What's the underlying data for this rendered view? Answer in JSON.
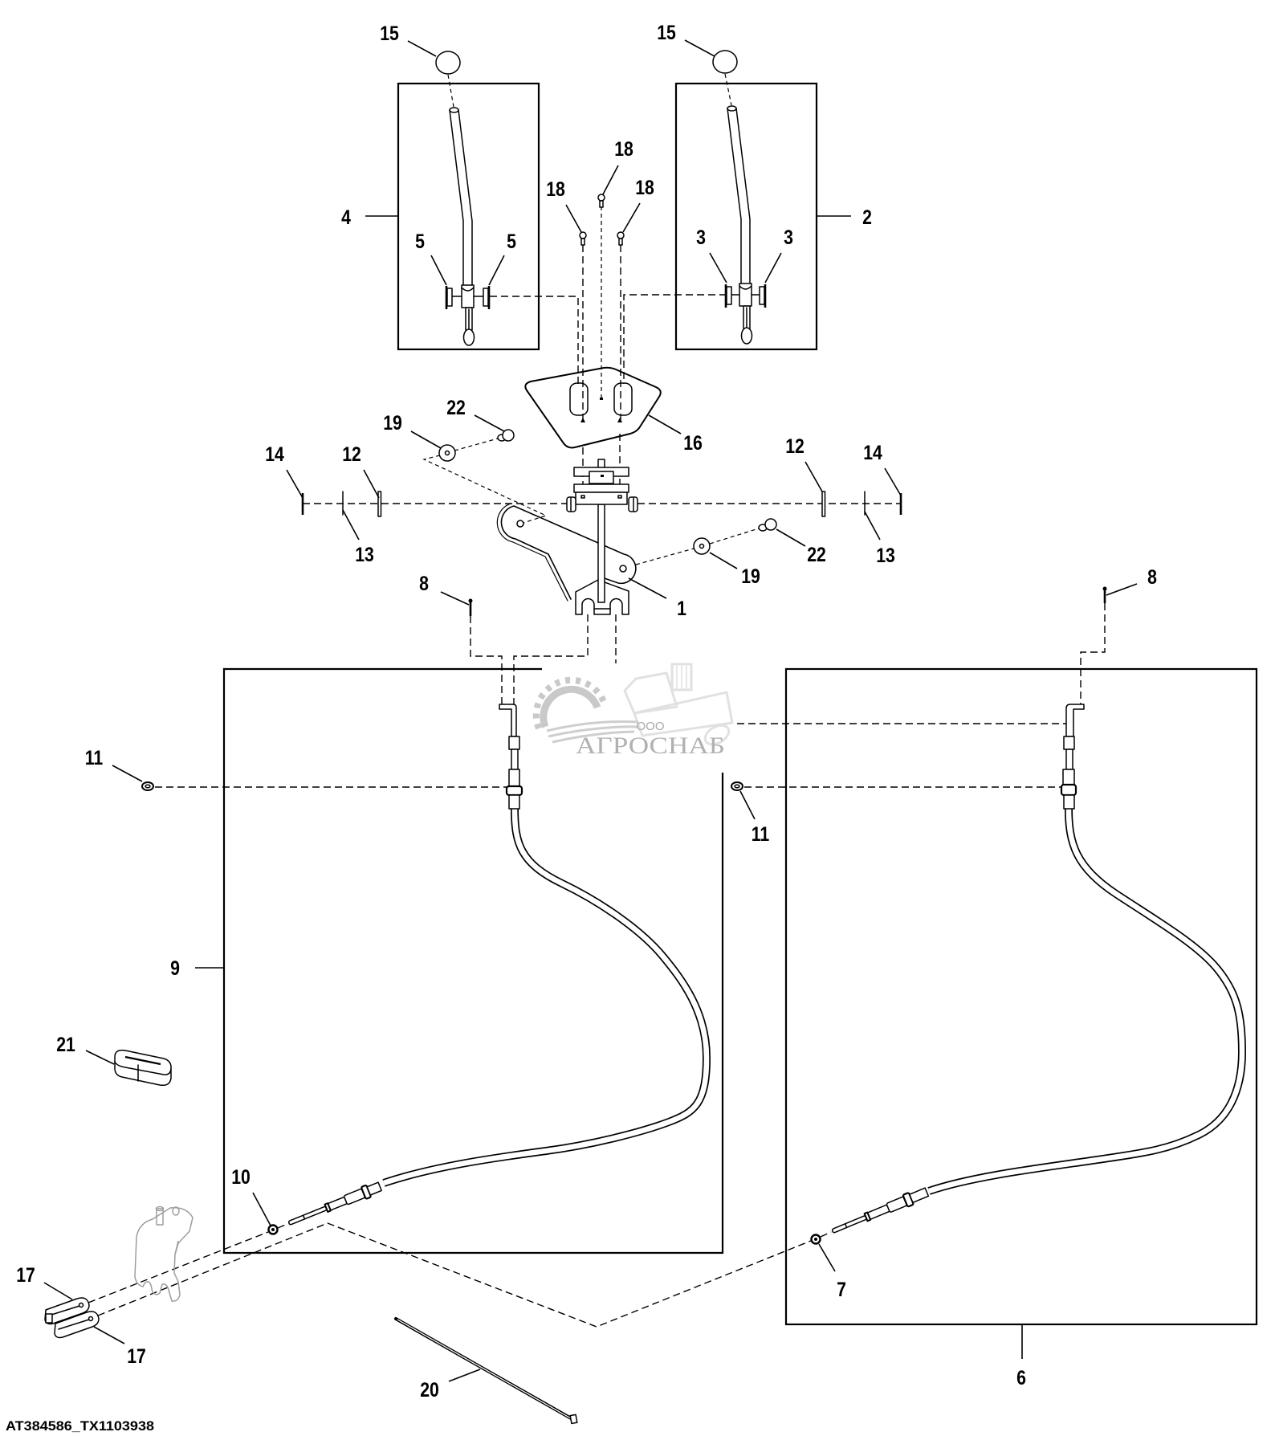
{
  "figure": {
    "id_label": "AT384586_TX1103938",
    "watermark": {
      "company_form": "ООО",
      "company_name": "АГРОСНАБ"
    }
  },
  "callouts": {
    "knob_left": "15",
    "knob_right": "15",
    "lever_left": "4",
    "lever_right": "2",
    "bushing_left_a": "5",
    "bushing_left_b": "5",
    "bushing_right_a": "3",
    "bushing_right_b": "3",
    "pin_a": "18",
    "pin_b": "18",
    "pin_c": "18",
    "plate": "16",
    "bolt_left": "22",
    "washer_left": "19",
    "shaft_end_left": "14",
    "washer_shaft_left": "12",
    "ring_left": "13",
    "washer_shaft_right": "12",
    "shaft_end_right": "14",
    "ring_right": "13",
    "washer_right": "19",
    "bolt_right": "22",
    "bracket": "1",
    "cotter_left": "8",
    "cotter_right": "8",
    "nut_left": "11",
    "nut_right": "11",
    "cable_left": "9",
    "cable_right": "6",
    "strap": "21",
    "nut_end_left": "10",
    "nut_end_right": "7",
    "clevis_upper": "17",
    "clevis_lower": "17",
    "cable_tie": "20"
  }
}
